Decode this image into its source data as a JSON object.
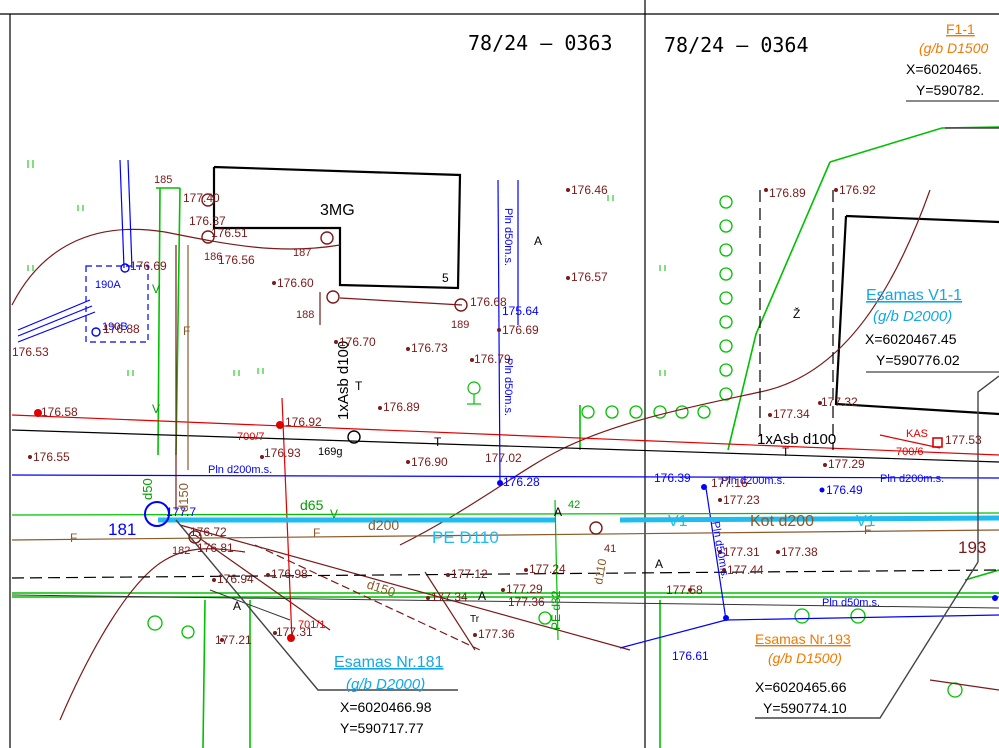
{
  "sheets": [
    "78/24 – 0363",
    "78/24 – 0364"
  ],
  "building_label": "3MG",
  "building_number": "5",
  "zone_labels": [
    "A",
    "Ž",
    "A",
    "A",
    "A",
    "A"
  ],
  "letter_marks": [
    "V",
    "V",
    "V",
    "T",
    "T",
    "T",
    "F",
    "F",
    "F",
    "F"
  ],
  "callouts": {
    "f1": {
      "title": "F1-1",
      "subtitle": "(g/b D1500",
      "x": "X=6020465.",
      "y": "Y=590782."
    },
    "v1": {
      "title": "Esamas V1-1",
      "subtitle": "(g/b D2000)",
      "x": "X=6020467.45",
      "y": "Y=590776.02"
    },
    "n193": {
      "title": "Esamas Nr.193",
      "subtitle": "(g/b D1500)",
      "x": "X=6020465.66",
      "y": "Y=590774.10"
    },
    "n181": {
      "title": "Esamas Nr.181",
      "subtitle": "(g/b D2000)",
      "x": "X=6020466.98",
      "y": "Y=590717.77"
    }
  },
  "pipes": {
    "pln_d50_a": "Pln d50m.s.",
    "pln_d50_b": "Pln d50m.s.",
    "pln_d50_c": "Pln d50m.s.",
    "pln_d50_d": "Pln d50m.s.",
    "pln_d200_a": "Pln d200m.s.",
    "pln_d200_b": "Pln d200m.s.",
    "pln_d200_c": "Pln d200m.s.",
    "asb_a": "1xAsb d100",
    "asb_b": "1xAsb d100",
    "d65": "d65",
    "d200": "d200",
    "pe_d110": "PE D110",
    "v1_a": "V1",
    "v1_b": "V1",
    "kot": "Kot d200",
    "d150_v": "d150",
    "d150_d": "d150",
    "d50": "d50",
    "d110": "d110",
    "pe_short": "PE d32",
    "kas": "KAS",
    "tr": "Tr"
  },
  "well_numbers": {
    "n181": "181",
    "n193": "193",
    "n185": "185",
    "n186": "186",
    "n187": "187",
    "n188": "188",
    "n189": "189",
    "n190a": "190A",
    "n190b": "190B",
    "n42": "42",
    "n182": "182",
    "n700_7": "700/7",
    "n700_6": "700/6",
    "n701_1": "701/1",
    "n169": "169g",
    "n41": "41"
  },
  "elevations": {
    "e1": "176.46",
    "e2": "176.57",
    "e3": "176.89",
    "e4": "176.92",
    "e5": "176.69",
    "e6": "176.56",
    "e7": "176.60",
    "e8": "176.70",
    "e9": "176.73",
    "e10": "175.64",
    "e11": "176.69",
    "e12": "176.79",
    "e13": "176.58",
    "e14": "176.92",
    "e15": "176.89",
    "e16": "176.93",
    "e17": "176.90",
    "e18": "177.02",
    "e19": "176.55",
    "e20": "176.28",
    "e21": "176.39",
    "e22": "177.16",
    "e23": "176.49",
    "e24": "177.23",
    "e25": "177.34",
    "e26": "177.32",
    "e27": "177.29",
    "e28": "177.53",
    "e29": "176.72",
    "e30": "176.81",
    "e31": "176.94",
    "e32": "176.98",
    "e33": "177.12",
    "e34": "177.24",
    "e35": "177.34",
    "e36": "177.29",
    "e37": "177.36",
    "e38": "177.36",
    "e39": "177.31",
    "e40": "177.38",
    "e41": "177.44",
    "e42": "177.58",
    "e43": "176.61",
    "e44": "177.21",
    "e45": "177.31",
    "e46": "177.40",
    "e47": "176.37",
    "e48": "176.51",
    "e49": "176.88",
    "e50": "176.53",
    "e51": "176.68",
    "e52": "177.7"
  },
  "colors": {
    "water": "#0000ff",
    "water_label": "#1060d0",
    "sewer": "#7a1a1a",
    "electric": "#e00000",
    "green": "#00c000",
    "pe_pipe": "#1ebcf0",
    "callout_blue": "#10a8e8",
    "callout_orange": "#f07800",
    "building": "#000000"
  }
}
